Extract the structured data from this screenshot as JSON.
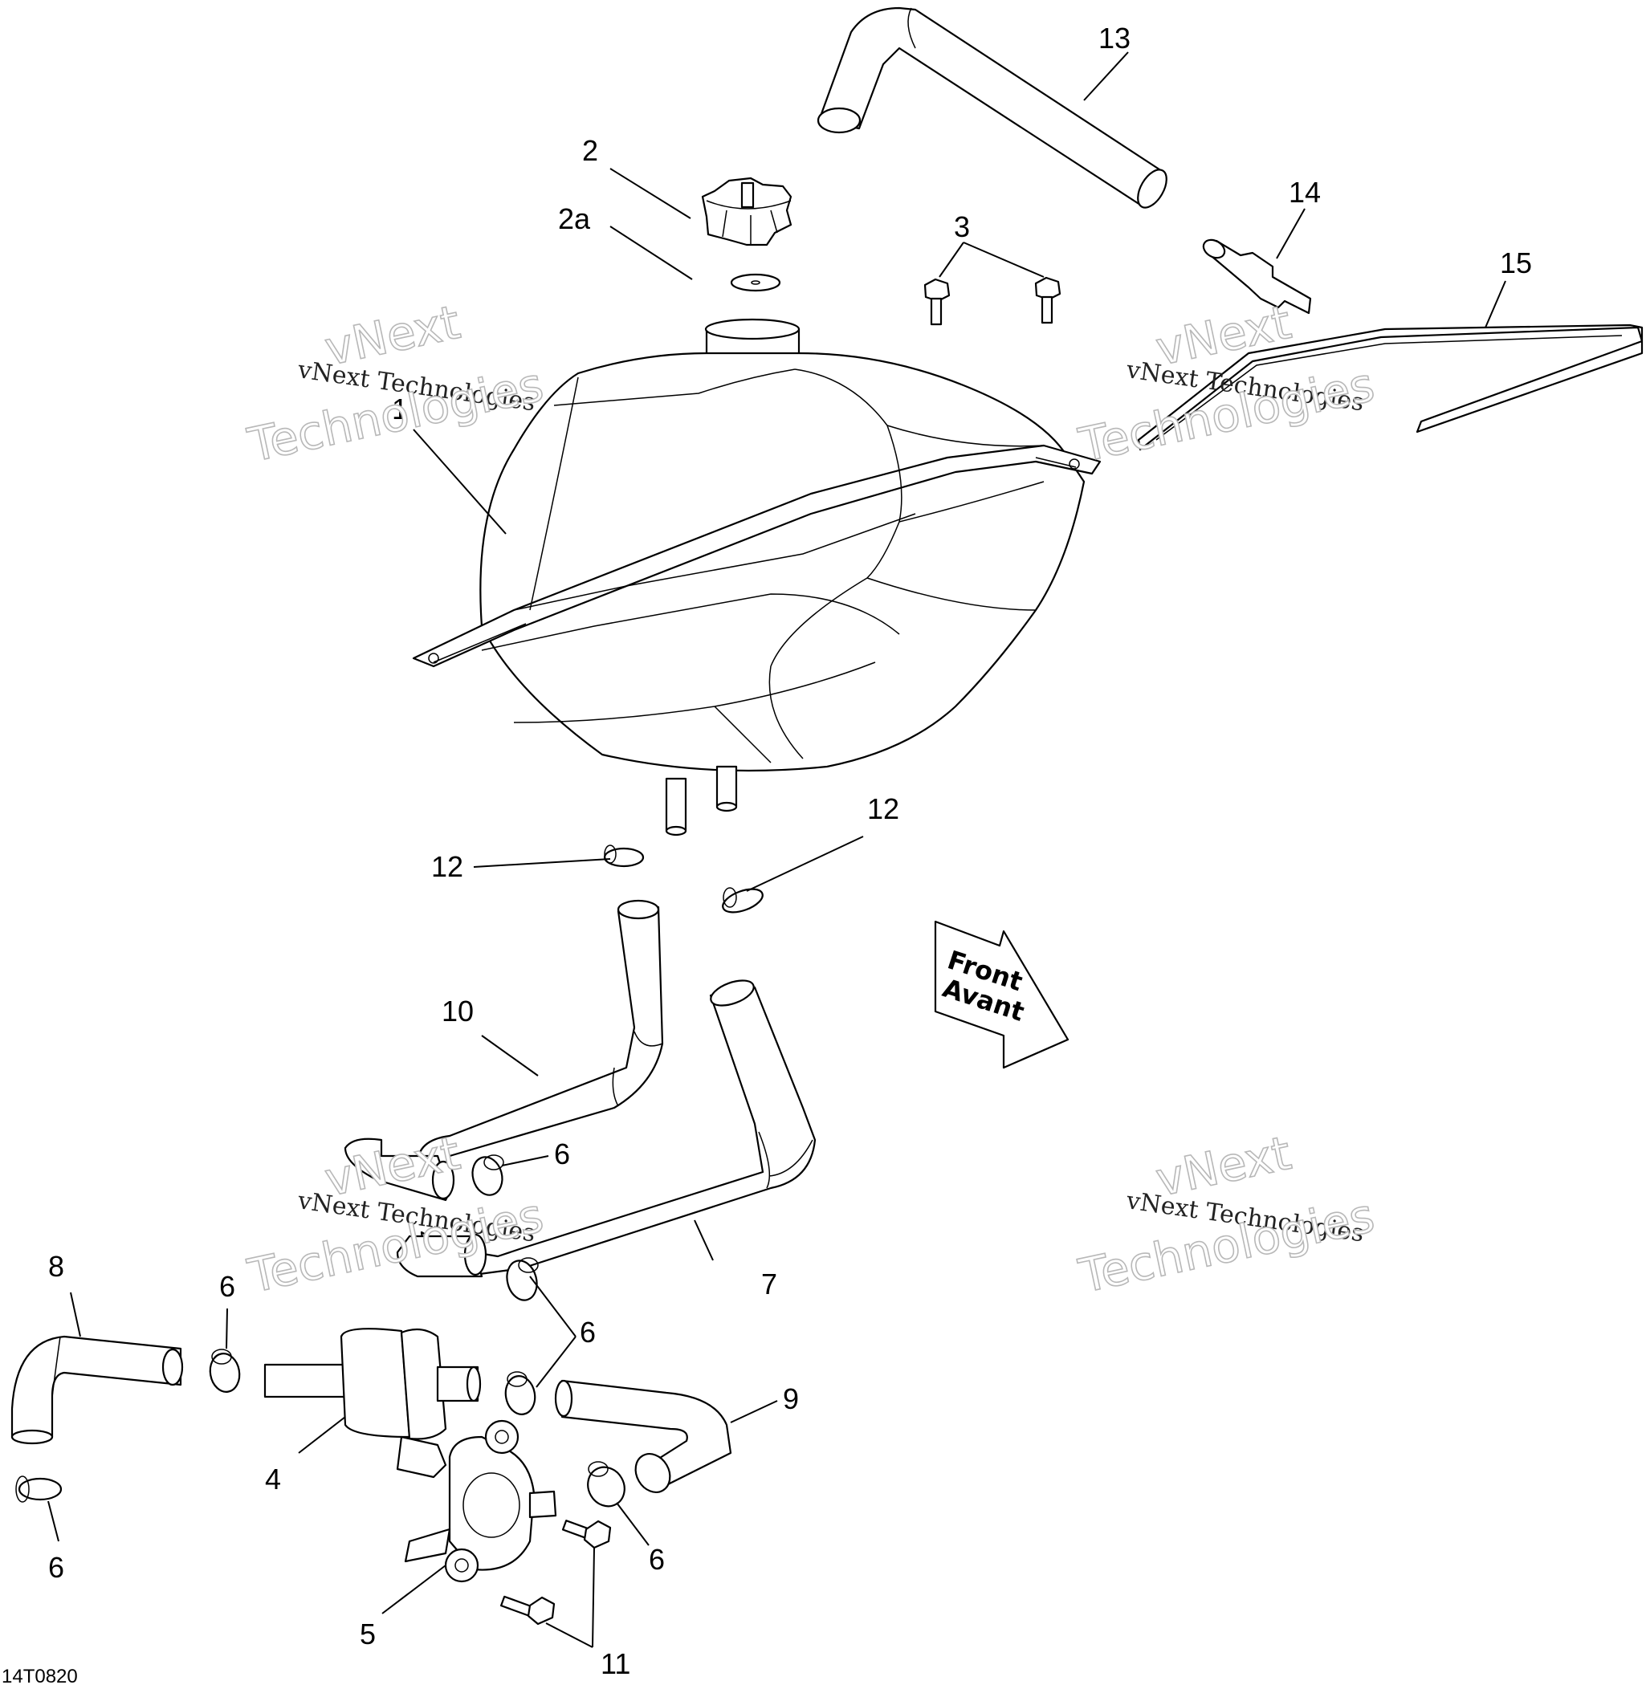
{
  "callouts": [
    {
      "id": "c1",
      "text": "1"
    },
    {
      "id": "c2",
      "text": "2"
    },
    {
      "id": "c2a",
      "text": "2a"
    },
    {
      "id": "c3",
      "text": "3"
    },
    {
      "id": "c4",
      "text": "4"
    },
    {
      "id": "c5",
      "text": "5"
    },
    {
      "id": "c6a",
      "text": "6"
    },
    {
      "id": "c6b",
      "text": "6"
    },
    {
      "id": "c6c",
      "text": "6"
    },
    {
      "id": "c6d",
      "text": "6"
    },
    {
      "id": "c6e",
      "text": "6"
    },
    {
      "id": "c7",
      "text": "7"
    },
    {
      "id": "c8",
      "text": "8"
    },
    {
      "id": "c9",
      "text": "9"
    },
    {
      "id": "c10",
      "text": "10"
    },
    {
      "id": "c11",
      "text": "11"
    },
    {
      "id": "c12a",
      "text": "12"
    },
    {
      "id": "c12b",
      "text": "12"
    },
    {
      "id": "c13",
      "text": "13"
    },
    {
      "id": "c14",
      "text": "14"
    },
    {
      "id": "c15",
      "text": "15"
    }
  ],
  "direction_arrow": {
    "line1": "Front",
    "line2": "Avant"
  },
  "watermark": {
    "brand_top": "vNext",
    "brand_line": "vNext Technologies",
    "brand_bottom": "Technologies"
  },
  "figure_code": "14T0820"
}
